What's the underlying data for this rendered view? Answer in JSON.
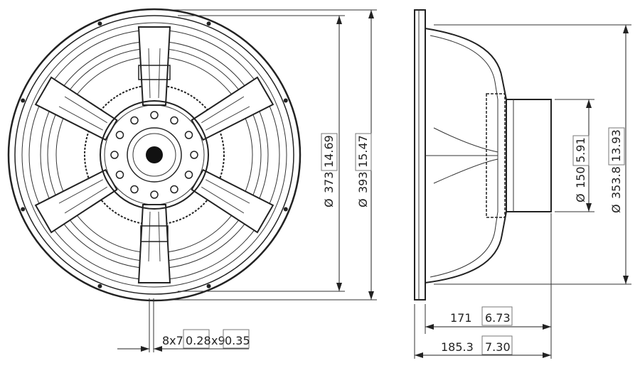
{
  "drawing": {
    "front_view": {
      "outer_diameter": {
        "symbol": "Ø",
        "mm": "373",
        "inch": "14.69"
      },
      "overall_diameter": {
        "symbol": "Ø",
        "mm": "393",
        "inch": "15.47"
      },
      "mounting_holes": {
        "count_size": "8x7",
        "inch_a": "0.28",
        "slot": "x9",
        "inch_b": "0.35"
      }
    },
    "side_view": {
      "magnet_diameter": {
        "symbol": "Ø",
        "mm": "150",
        "inch": "5.91"
      },
      "baffle_cutout": {
        "symbol": "Ø",
        "mm": "353.8",
        "inch": "13.93"
      },
      "depth": {
        "mm": "171",
        "inch": "6.73"
      },
      "overall_depth": {
        "mm": "185.3",
        "inch": "7.30"
      }
    }
  }
}
